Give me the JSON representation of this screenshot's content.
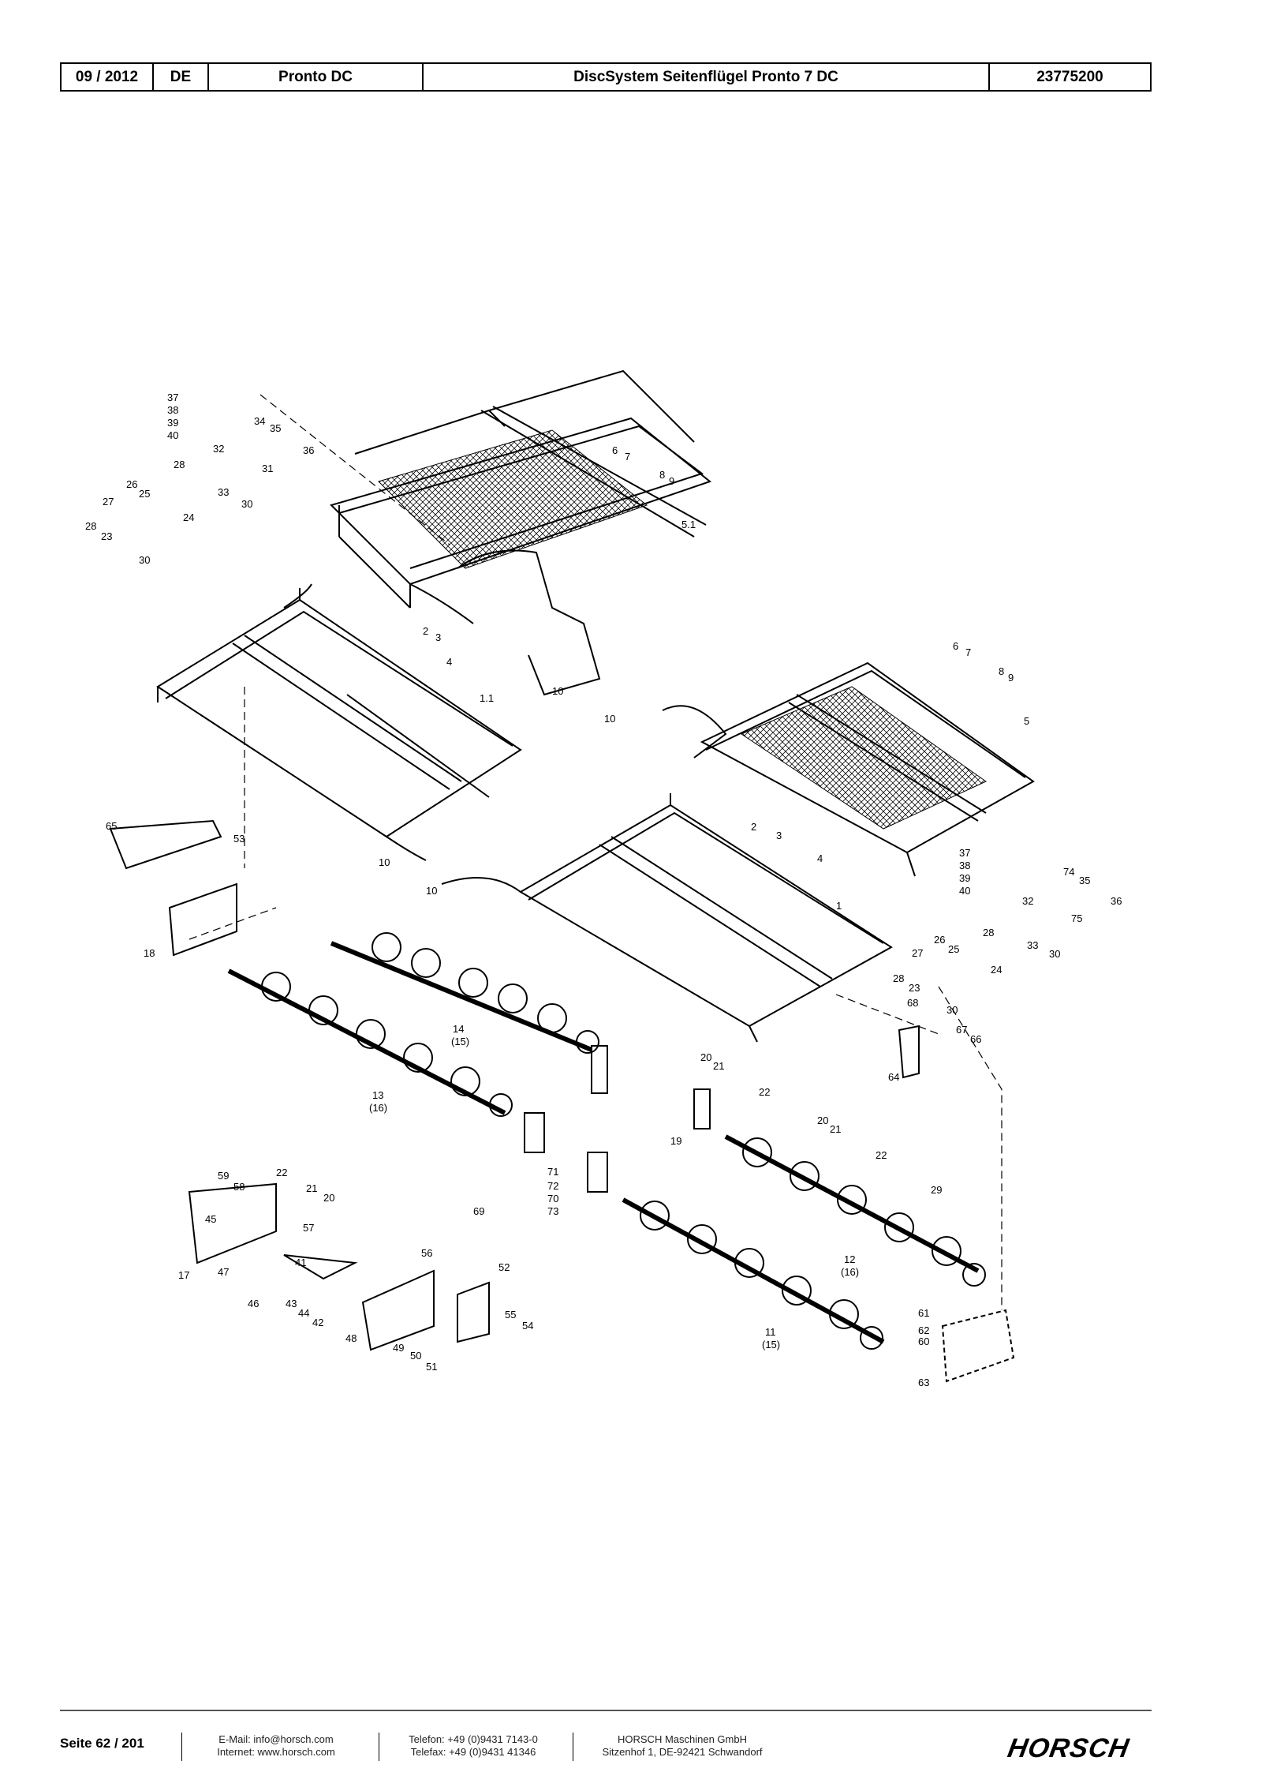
{
  "header": {
    "date": "09 / 2012",
    "lang": "DE",
    "model": "Pronto DC",
    "title": "DiscSystem Seitenflügel Pronto 7 DC",
    "doc_no": "23775200"
  },
  "callouts": [
    {
      "id": "c37a",
      "t": "37"
    },
    {
      "id": "c38a",
      "t": "38"
    },
    {
      "id": "c39a",
      "t": "39"
    },
    {
      "id": "c40a",
      "t": "40"
    },
    {
      "id": "c34a",
      "t": "34"
    },
    {
      "id": "c35a",
      "t": "35"
    },
    {
      "id": "c32a",
      "t": "32"
    },
    {
      "id": "c36a",
      "t": "36"
    },
    {
      "id": "c28a",
      "t": "28"
    },
    {
      "id": "c31a",
      "t": "31"
    },
    {
      "id": "c26a",
      "t": "26"
    },
    {
      "id": "c25a",
      "t": "25"
    },
    {
      "id": "c33a",
      "t": "33"
    },
    {
      "id": "c27a",
      "t": "27"
    },
    {
      "id": "c30a",
      "t": "30"
    },
    {
      "id": "c24a",
      "t": "24"
    },
    {
      "id": "c28b",
      "t": "28"
    },
    {
      "id": "c23a",
      "t": "23"
    },
    {
      "id": "c30b",
      "t": "30"
    },
    {
      "id": "c6a",
      "t": "6"
    },
    {
      "id": "c7a",
      "t": "7"
    },
    {
      "id": "c8a",
      "t": "8"
    },
    {
      "id": "c9a",
      "t": "9"
    },
    {
      "id": "c51",
      "t": "5.1"
    },
    {
      "id": "c2a",
      "t": "2"
    },
    {
      "id": "c3a",
      "t": "3"
    },
    {
      "id": "c4a",
      "t": "4"
    },
    {
      "id": "c11",
      "t": "1.1"
    },
    {
      "id": "c10a",
      "t": "10"
    },
    {
      "id": "c10b",
      "t": "10"
    },
    {
      "id": "c10c",
      "t": "10"
    },
    {
      "id": "c10d",
      "t": "10"
    },
    {
      "id": "c6b",
      "t": "6"
    },
    {
      "id": "c7b",
      "t": "7"
    },
    {
      "id": "c8b",
      "t": "8"
    },
    {
      "id": "c9b",
      "t": "9"
    },
    {
      "id": "c5",
      "t": "5"
    },
    {
      "id": "c65",
      "t": "65"
    },
    {
      "id": "c53",
      "t": "53"
    },
    {
      "id": "c2b",
      "t": "2"
    },
    {
      "id": "c3b",
      "t": "3"
    },
    {
      "id": "c4b",
      "t": "4"
    },
    {
      "id": "c1",
      "t": "1"
    },
    {
      "id": "c37b",
      "t": "37"
    },
    {
      "id": "c38b",
      "t": "38"
    },
    {
      "id": "c39b",
      "t": "39"
    },
    {
      "id": "c40b",
      "t": "40"
    },
    {
      "id": "c74",
      "t": "74"
    },
    {
      "id": "c35b",
      "t": "35"
    },
    {
      "id": "c36b",
      "t": "36"
    },
    {
      "id": "c32b",
      "t": "32"
    },
    {
      "id": "c75",
      "t": "75"
    },
    {
      "id": "c28c",
      "t": "28"
    },
    {
      "id": "c26b",
      "t": "26"
    },
    {
      "id": "c25b",
      "t": "25"
    },
    {
      "id": "c33b",
      "t": "33"
    },
    {
      "id": "c27b",
      "t": "27"
    },
    {
      "id": "c30c",
      "t": "30"
    },
    {
      "id": "c24b",
      "t": "24"
    },
    {
      "id": "c28d",
      "t": "28"
    },
    {
      "id": "c23b",
      "t": "23"
    },
    {
      "id": "c30d",
      "t": "30"
    },
    {
      "id": "c68",
      "t": "68"
    },
    {
      "id": "c67",
      "t": "67"
    },
    {
      "id": "c66",
      "t": "66"
    },
    {
      "id": "c64",
      "t": "64"
    },
    {
      "id": "c18",
      "t": "18"
    },
    {
      "id": "c14",
      "t": "14"
    },
    {
      "id": "c15a",
      "t": "(15)"
    },
    {
      "id": "c13",
      "t": "13"
    },
    {
      "id": "c16a",
      "t": "(16)"
    },
    {
      "id": "c20a",
      "t": "20"
    },
    {
      "id": "c21a",
      "t": "21"
    },
    {
      "id": "c22a",
      "t": "22"
    },
    {
      "id": "c19",
      "t": "19"
    },
    {
      "id": "c20b",
      "t": "20"
    },
    {
      "id": "c21b",
      "t": "21"
    },
    {
      "id": "c22b",
      "t": "22"
    },
    {
      "id": "c29",
      "t": "29"
    },
    {
      "id": "c59",
      "t": "59"
    },
    {
      "id": "c58",
      "t": "58"
    },
    {
      "id": "c22c",
      "t": "22"
    },
    {
      "id": "c21c",
      "t": "21"
    },
    {
      "id": "c20c",
      "t": "20"
    },
    {
      "id": "c45",
      "t": "45"
    },
    {
      "id": "c57",
      "t": "57"
    },
    {
      "id": "c17",
      "t": "17"
    },
    {
      "id": "c47",
      "t": "47"
    },
    {
      "id": "c46",
      "t": "46"
    },
    {
      "id": "c71",
      "t": "71"
    },
    {
      "id": "c72",
      "t": "72"
    },
    {
      "id": "c70",
      "t": "70"
    },
    {
      "id": "c73",
      "t": "73"
    },
    {
      "id": "c69",
      "t": "69"
    },
    {
      "id": "c56",
      "t": "56"
    },
    {
      "id": "c52",
      "t": "52"
    },
    {
      "id": "c41",
      "t": "41"
    },
    {
      "id": "c43",
      "t": "43"
    },
    {
      "id": "c44",
      "t": "44"
    },
    {
      "id": "c42",
      "t": "42"
    },
    {
      "id": "c55",
      "t": "55"
    },
    {
      "id": "c54",
      "t": "54"
    },
    {
      "id": "c48",
      "t": "48"
    },
    {
      "id": "c49",
      "t": "49"
    },
    {
      "id": "c50",
      "t": "50"
    },
    {
      "id": "c51b",
      "t": "51"
    },
    {
      "id": "c12",
      "t": "12"
    },
    {
      "id": "c16b",
      "t": "(16)"
    },
    {
      "id": "c11b",
      "t": "11"
    },
    {
      "id": "c15b",
      "t": "(15)"
    },
    {
      "id": "c61",
      "t": "61"
    },
    {
      "id": "c62",
      "t": "62"
    },
    {
      "id": "c60",
      "t": "60"
    },
    {
      "id": "c63",
      "t": "63"
    }
  ],
  "footer": {
    "page": "Seite 62 / 201",
    "email": "E-Mail: info@horsch.com",
    "internet": "Internet: www.horsch.com",
    "phone": "Telefon: +49 (0)9431 7143-0",
    "fax": "Telefax: +49 (0)9431 41346",
    "company": "HORSCH Maschinen GmbH",
    "address": "Sitzenhof 1, DE-92421 Schwandorf",
    "logo": "HORSCH"
  }
}
